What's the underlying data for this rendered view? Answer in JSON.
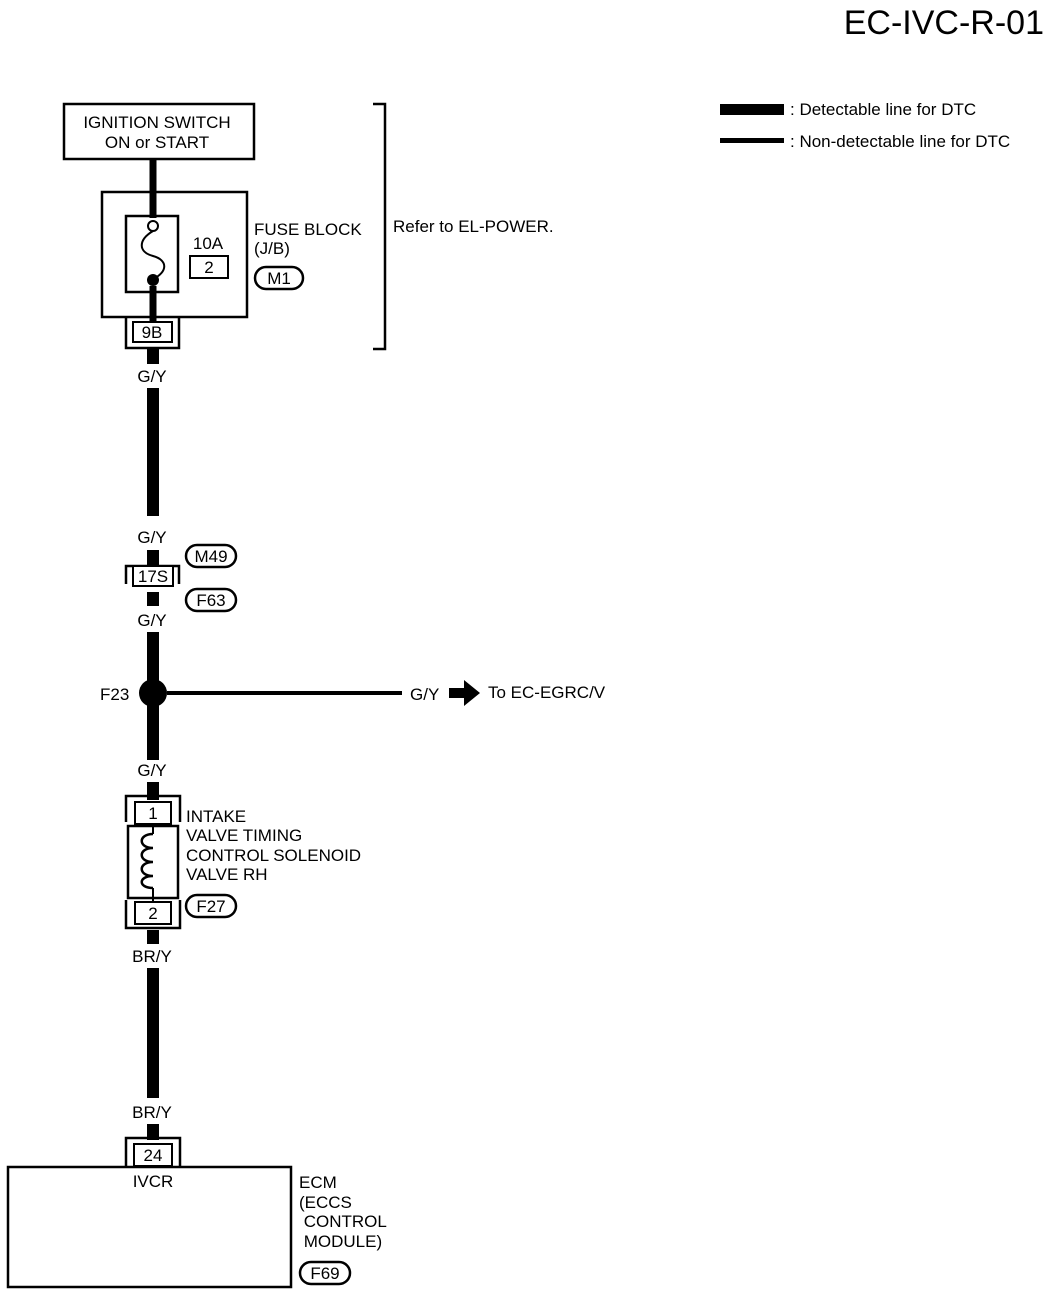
{
  "page_code": "EC-IVC-R-01",
  "legend": {
    "detectable": ": Detectable line for DTC",
    "non_detectable": ": Non-detectable line for DTC"
  },
  "ignition_switch": {
    "line1": "IGNITION SWITCH",
    "line2": "ON or START"
  },
  "fuse_block": {
    "amp": "10A",
    "fuse_no": "2",
    "label1": "FUSE BLOCK",
    "label2": "(J/B)",
    "connector": "M1",
    "terminal": "9B"
  },
  "refer_note": "Refer to EL-POWER.",
  "wires": {
    "w1": "G/Y",
    "w2": "G/Y",
    "w3": "G/Y",
    "w4": "G/Y",
    "w5": "BR/Y",
    "w6": "BR/Y"
  },
  "joint_connector": {
    "terminal": "17S",
    "connector_top": "M49",
    "connector_bottom": "F63"
  },
  "junction": {
    "name": "F23",
    "branch_wire": "G/Y",
    "branch_dest": "To EC-EGRC/V"
  },
  "solenoid": {
    "pin1": "1",
    "pin2": "2",
    "connector": "F27",
    "name_lines": [
      "INTAKE",
      "VALVE TIMING",
      "CONTROL SOLENOID",
      "VALVE RH"
    ]
  },
  "ecm": {
    "terminal": "24",
    "pin_name": "IVCR",
    "label_lines": [
      "ECM",
      "(ECCS",
      " CONTROL",
      " MODULE)"
    ],
    "connector": "F69"
  }
}
